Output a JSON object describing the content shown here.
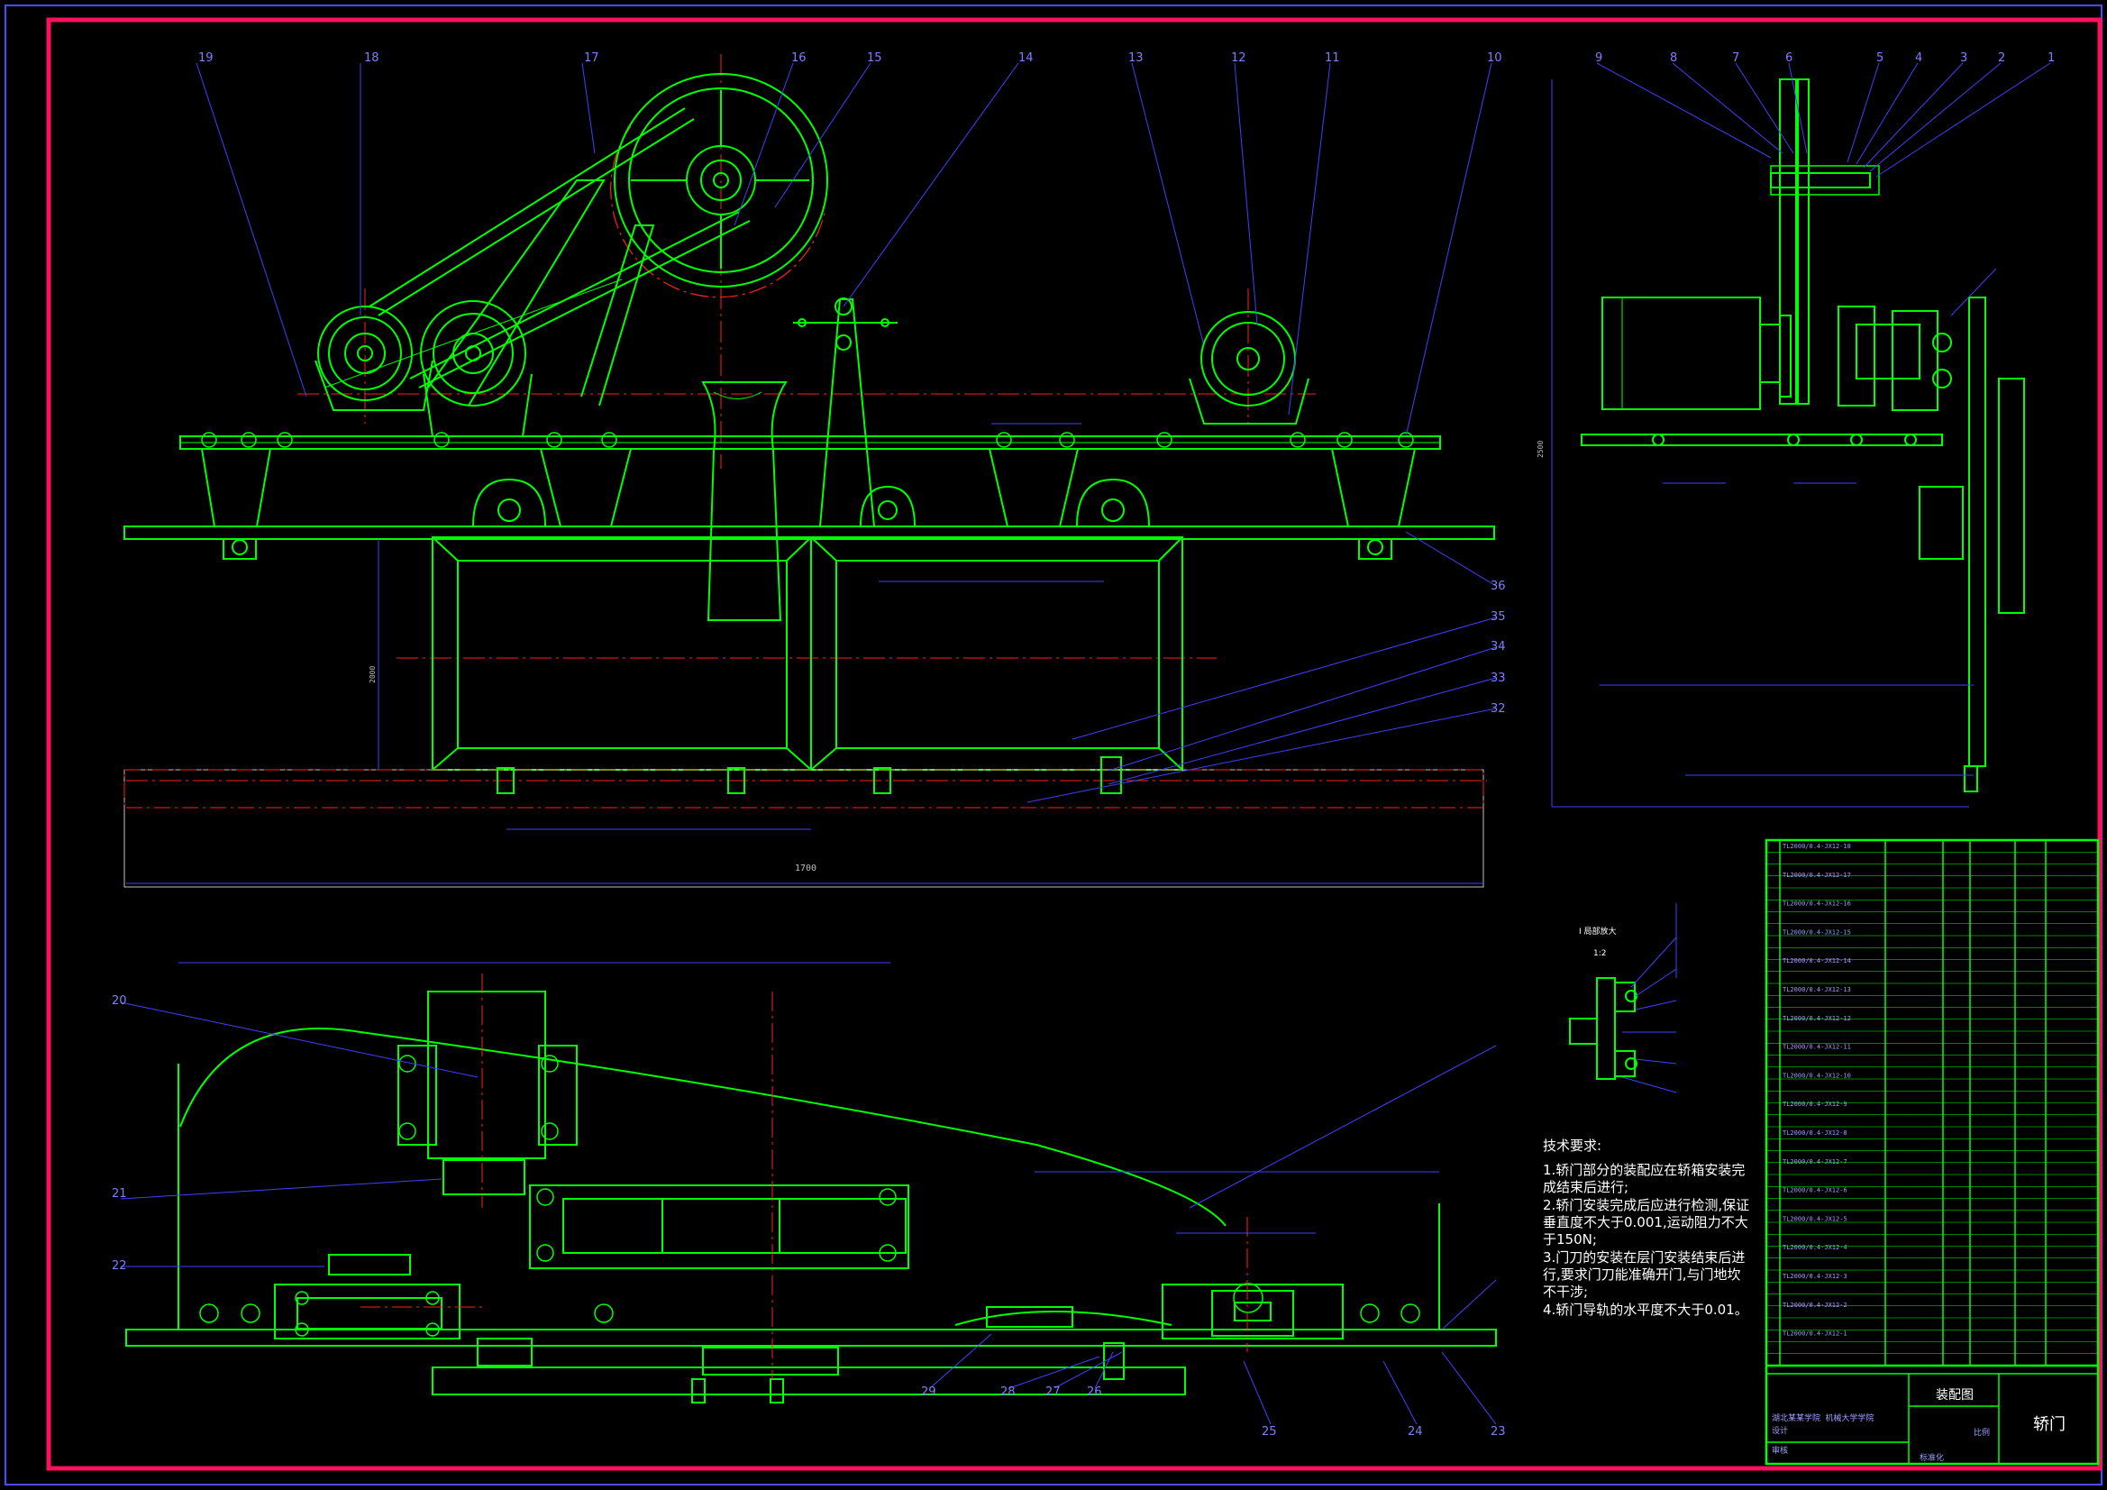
{
  "drawing": {
    "title_block": {
      "name": "轿门",
      "drawing_type": "装配图",
      "institution": "湖北某某学院 机械大学学院",
      "scale_header": "比例",
      "designer_label": "设计",
      "checker_label": "审核",
      "standard_label": "标准化"
    },
    "notes": {
      "heading": "技术要求:",
      "items": [
        "1.轿门部分的装配应在轿箱安装完成结束后进行;",
        "2.轿门安装完成后应进行检测,保证垂直度不大于0.001,运动阻力不大于150N;",
        "3.门刀的安装在层门安装结束后进行,要求门刀能准确开门,与门地坎不干涉;",
        "4.轿门导轨的水平度不大于0.01。"
      ]
    },
    "detail_view": {
      "title": "I 局部放大",
      "scale": "1:2"
    },
    "dimensions": {
      "total_width": "1700",
      "front_height": "2000",
      "side_height": "2500"
    },
    "balloons_top": [
      "19",
      "18",
      "17",
      "16",
      "15",
      "14",
      "13",
      "12",
      "11",
      "10",
      "9",
      "8",
      "7",
      "6",
      "5",
      "4",
      "3",
      "2",
      "1"
    ],
    "balloons_right": [
      "36",
      "35",
      "34",
      "33",
      "32"
    ],
    "balloons_bottom": [
      "29",
      "28",
      "27",
      "26",
      "25",
      "24",
      "23"
    ],
    "balloons_left": [
      "20",
      "21",
      "22"
    ],
    "parts_list_codes": [
      "TL2000/0.4-JX12-18",
      "TL2000/0.4-JX12-17",
      "TL2000/0.4-JX12-16",
      "TL2000/0.4-JX12-15",
      "TL2000/0.4-JX12-14",
      "TL2000/0.4-JX12-13",
      "TL2000/0.4-JX12-12",
      "TL2000/0.4-JX12-11",
      "TL2000/0.4-JX12-10",
      "TL2000/0.4-JX12-9",
      "TL2000/0.4-JX12-8",
      "TL2000/0.4-JX12-7",
      "TL2000/0.4-JX12-6",
      "TL2000/0.4-JX12-5",
      "TL2000/0.4-JX12-4",
      "TL2000/0.4-JX12-3",
      "TL2000/0.4-JX12-2",
      "TL2000/0.4-JX12-1"
    ],
    "colors": {
      "geometry": "#00ff00",
      "leader": "#4040ff",
      "centerline": "#ff2020",
      "frame": "#ff1060",
      "text": "#ffffff"
    }
  }
}
